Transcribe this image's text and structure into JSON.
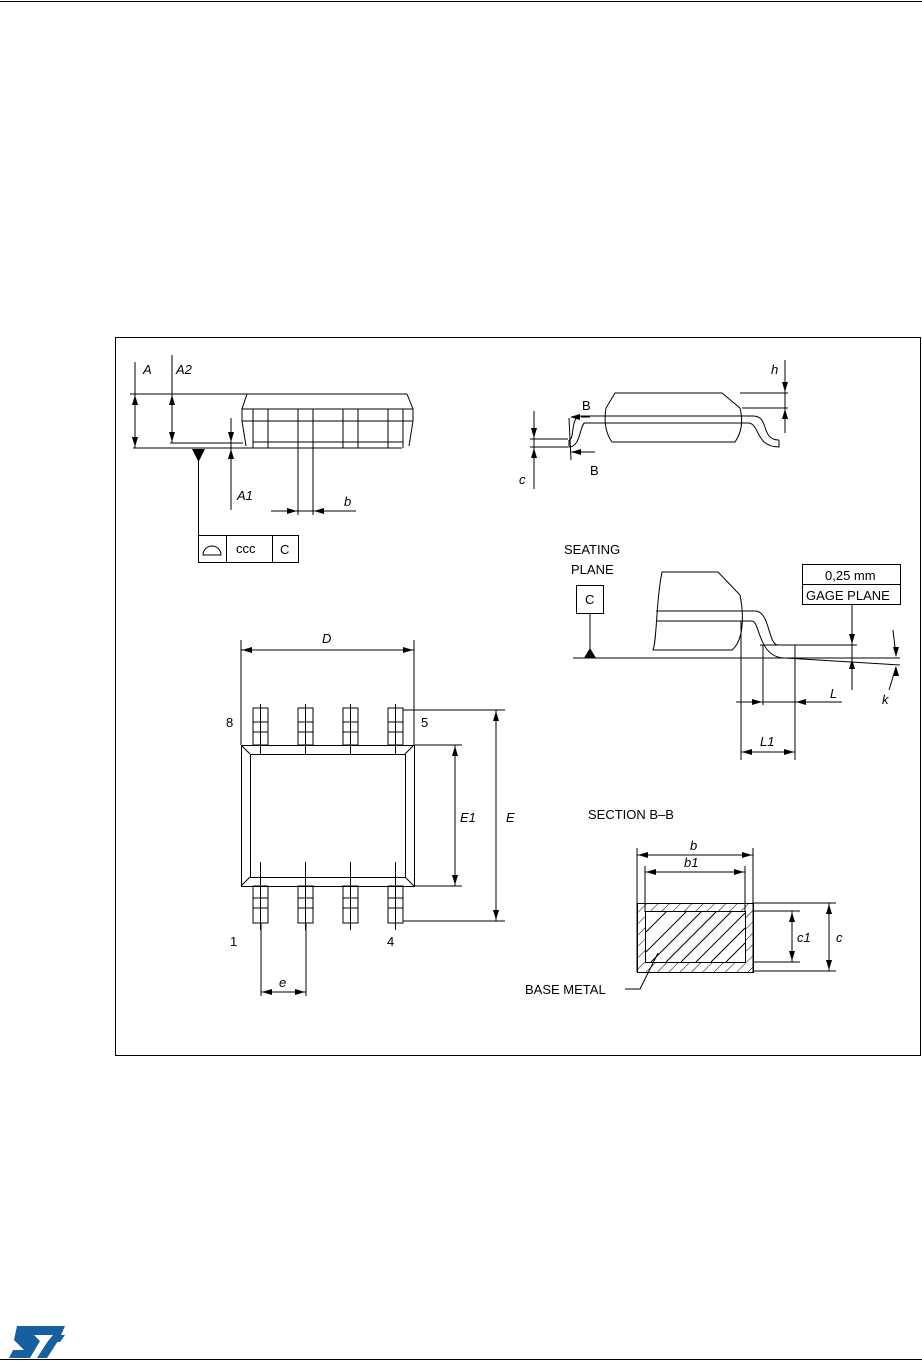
{
  "page": {
    "logo_text": "ST",
    "logo_color": "#1560a0"
  },
  "side_view": {
    "A": "A",
    "A2": "A2",
    "A1": "A1",
    "b": "b",
    "tolerance_value": "ccc",
    "datum": "C",
    "flatness_symbol": "profile-of-surface-icon"
  },
  "end_view": {
    "h": "h",
    "c": "c",
    "section_mark_top": "B",
    "section_mark_bottom": "B"
  },
  "seating": {
    "line1": "SEATING",
    "line2": "PLANE",
    "datum": "C",
    "gage_value": "0,25  mm",
    "gage_label": "GAGE  PLANE",
    "L": "L",
    "L1": "L1",
    "k": "k"
  },
  "top_view": {
    "D": "D",
    "E": "E",
    "E1": "E1",
    "e": "e",
    "pin_8": "8",
    "pin_5": "5",
    "pin_1": "1",
    "pin_4": "4"
  },
  "section": {
    "title": "SECTION  B–B",
    "b": "b",
    "b1": "b1",
    "c": "c",
    "c1": "c1",
    "base_metal": "BASE  METAL"
  }
}
